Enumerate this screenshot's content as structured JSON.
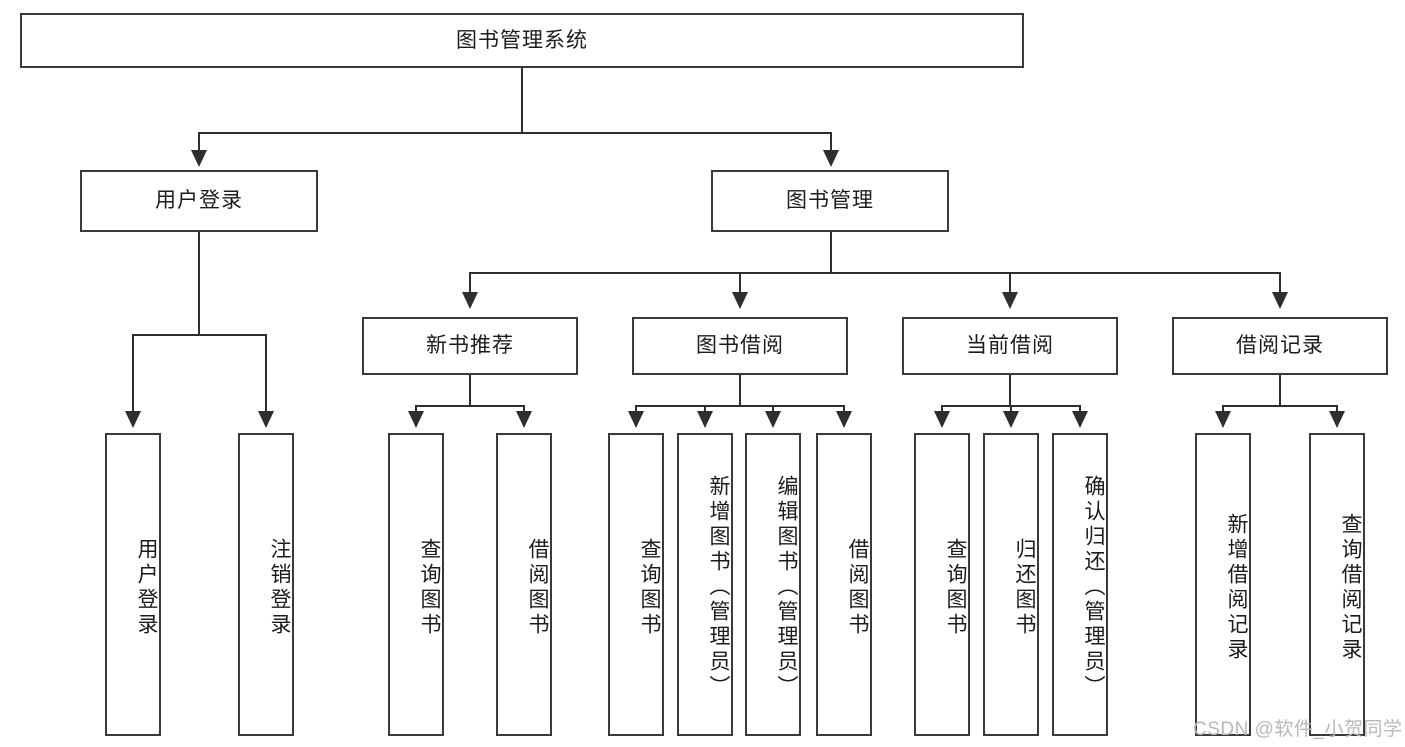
{
  "diagram": {
    "type": "hierarchy-tree",
    "title": "图书管理系统",
    "root": {
      "label": "图书管理系统"
    },
    "level2": [
      {
        "label": "用户登录"
      },
      {
        "label": "图书管理"
      }
    ],
    "level3": [
      {
        "label": "新书推荐"
      },
      {
        "label": "图书借阅"
      },
      {
        "label": "当前借阅"
      },
      {
        "label": "借阅记录"
      }
    ],
    "leaves": {
      "user_login": [
        {
          "label": "用户登录"
        },
        {
          "label": "注销登录"
        }
      ],
      "new_book_recommend": [
        {
          "label": "查询图书"
        },
        {
          "label": "借阅图书"
        }
      ],
      "book_borrow": [
        {
          "label": "查询图书"
        },
        {
          "label": "新增图书（管理员）"
        },
        {
          "label": "编辑图书（管理员）"
        },
        {
          "label": "借阅图书"
        }
      ],
      "current_borrow": [
        {
          "label": "查询图书"
        },
        {
          "label": "归还图书"
        },
        {
          "label": "确认归还（管理员）"
        }
      ],
      "borrow_record": [
        {
          "label": "新增借阅记录"
        },
        {
          "label": "查询借阅记录"
        }
      ]
    }
  },
  "watermark": {
    "text": "CSDN @软件_小贺同学"
  },
  "colors": {
    "box_border": "#3a3a3a",
    "line": "#2e2e2e",
    "background": "#ffffff",
    "text": "#1c1c1c",
    "watermark": "#b9b9b9"
  }
}
